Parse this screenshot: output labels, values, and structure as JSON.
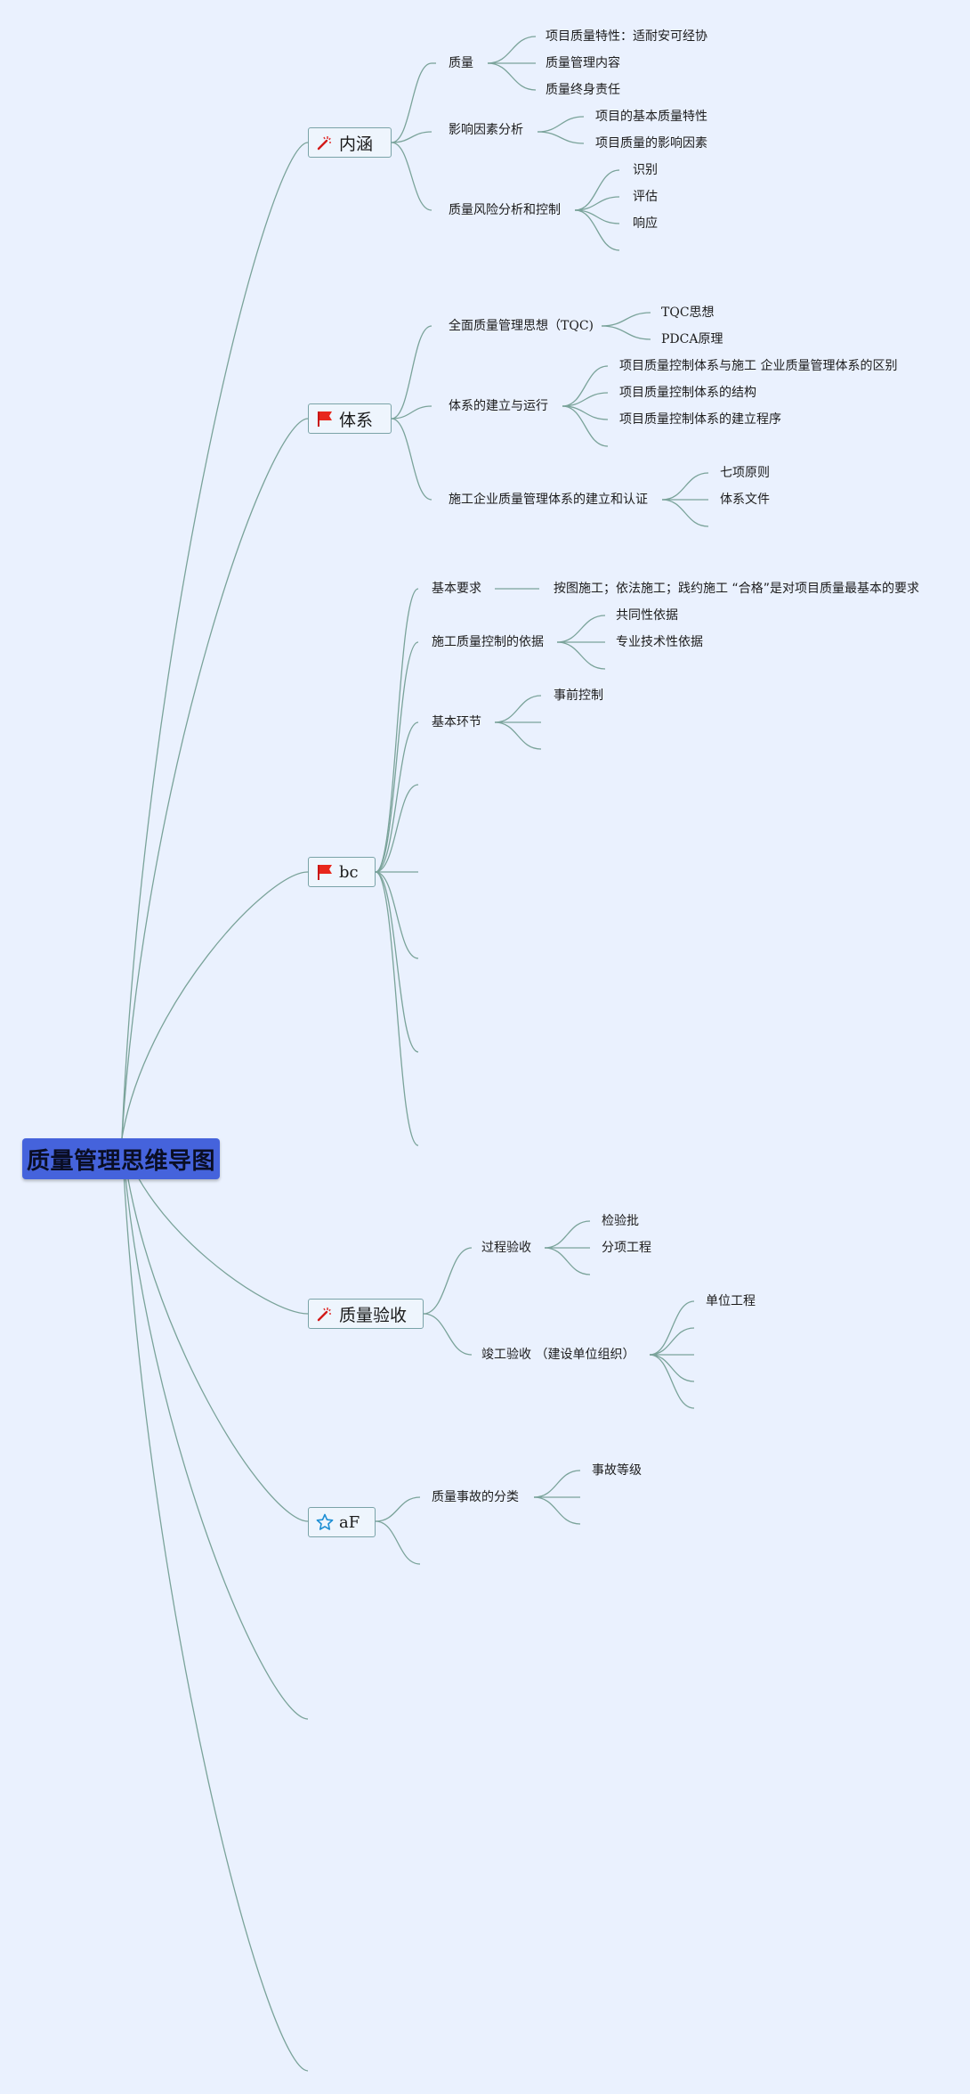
{
  "root": {
    "label": "质量管理思维导图"
  },
  "branches": [
    {
      "label": "内涵",
      "icon": "magic-wand-icon",
      "children": [
        {
          "label": "质量",
          "children": [
            "项目质量特性：适耐安可经协",
            "质量管理内容",
            "质量终身责任"
          ]
        },
        {
          "label": "影响因素分析",
          "children": [
            "项目的基本质量特性",
            "项目质量的影响因素"
          ]
        },
        {
          "label": "质量风险分析和控制",
          "children": [
            "识别",
            "评估",
            "响应",
            ""
          ]
        }
      ]
    },
    {
      "label": "体系",
      "icon": "red-flag-icon",
      "children": [
        {
          "label": "全面质量管理思想（TQC)",
          "children": [
            "TQC思想",
            "PDCA原理"
          ]
        },
        {
          "label": "体系的建立与运行",
          "children": [
            "项目质量控制体系与施工 企业质量管理体系的区别",
            "项目质量控制体系的结构",
            "项目质量控制体系的建立程序",
            ""
          ]
        },
        {
          "label": "施工企业质量管理体系的建立和认证",
          "children": [
            "七项原则",
            "体系文件",
            ""
          ]
        }
      ]
    },
    {
      "label": "bc",
      "icon": "red-flag-icon",
      "children": [
        {
          "label": "基本要求",
          "children": [
            "按图施工；依法施工；践约施工 “合格”是对项目质量最基本的要求"
          ]
        },
        {
          "label": "施工质量控制的依据",
          "children": [
            "共同性依据",
            "专业技术性依据",
            ""
          ]
        },
        {
          "label": "基本环节",
          "children": [
            "事前控制",
            "",
            ""
          ]
        },
        {
          "label": "",
          "children": []
        },
        {
          "label": "",
          "children": []
        },
        {
          "label": "",
          "children": []
        },
        {
          "label": "",
          "children": []
        },
        {
          "label": "",
          "children": []
        }
      ]
    },
    {
      "label": "质量验收",
      "icon": "magic-wand-icon",
      "children": [
        {
          "label": "过程验收",
          "children": [
            "检验批",
            "分项工程",
            ""
          ]
        },
        {
          "label": "竣工验收 （建设单位组织）",
          "children": [
            "单位工程",
            "",
            "",
            "",
            ""
          ]
        }
      ]
    },
    {
      "label": "aF",
      "icon": "star-icon",
      "children": [
        {
          "label": "质量事故的分类",
          "children": [
            "事故等级",
            "",
            ""
          ]
        },
        {
          "label": "",
          "children": []
        }
      ]
    },
    {
      "label": "",
      "icon": "",
      "children": []
    },
    {
      "label": "",
      "icon": "",
      "children": []
    }
  ],
  "colors": {
    "root_bg": "#4563dc",
    "link": "#7aa39a",
    "background": "#eaf1fe",
    "node_border": "#7aa3a8"
  }
}
